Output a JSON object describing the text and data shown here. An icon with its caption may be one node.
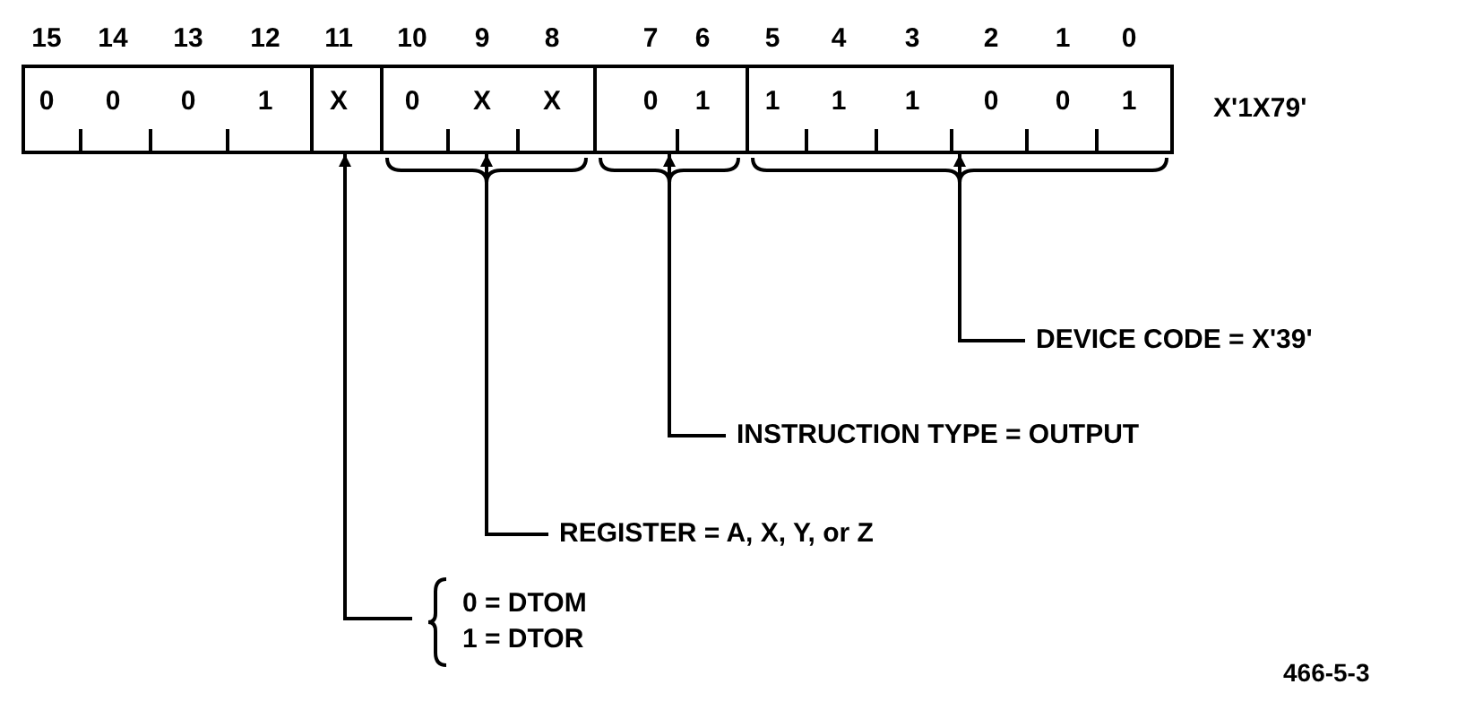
{
  "diagram": {
    "nodes": [
      {
        "text": [
          "0",
          "0",
          "0",
          "1"
        ]
      },
      {
        "text": [
          "X"
        ]
      },
      {
        "text": [
          "0",
          "X",
          "X"
        ]
      },
      {
        "text": [
          "0",
          "1"
        ]
      },
      {
        "text": [
          "1",
          "1",
          "1",
          "0",
          "0",
          "1"
        ]
      },
      {
        "text": [
          "DEVICE CODE = X'39'"
        ]
      },
      {
        "text": [
          "INSTRUCTION TYPE = OUTPUT"
        ]
      },
      {
        "text": [
          "REGISTER = A, X, Y, or Z"
        ]
      },
      {
        "text": [
          "0 = DTOM",
          "1 = DTOR"
        ]
      }
    ],
    "edges": [
      {
        "from": 5,
        "to": 4,
        "arrow": "to"
      },
      {
        "from": 6,
        "to": 3,
        "arrow": "to"
      },
      {
        "from": 7,
        "to": 2,
        "arrow": "to"
      },
      {
        "from": 8,
        "to": 1,
        "arrow": "to"
      }
    ],
    "labels": [
      "15",
      "14",
      "13",
      "12",
      "11",
      "10",
      "9",
      "8",
      "7",
      "6",
      "5",
      "4",
      "3",
      "2",
      "1",
      "0",
      "X'1X79'",
      "466-5-3"
    ]
  }
}
